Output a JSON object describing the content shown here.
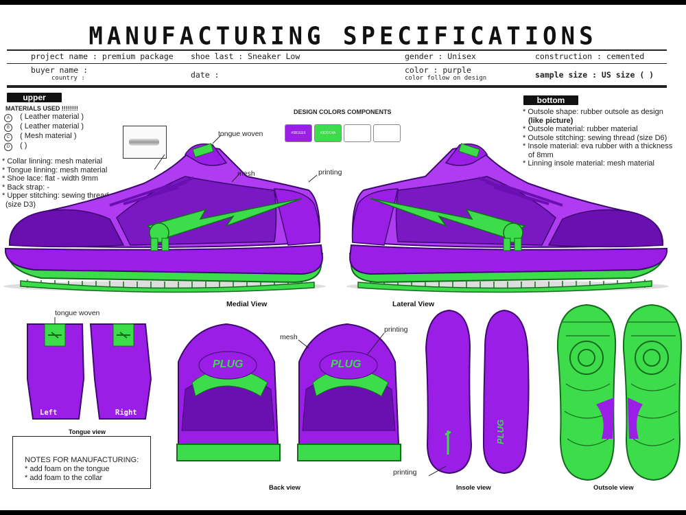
{
  "title": "MANUFACTURING SPECIFICATIONS",
  "header": {
    "project_name": "project name : premium package",
    "shoe_last": "shoe last : Sneaker Low",
    "gender": "gender : Unisex",
    "construction": "construction : cemented",
    "buyer_name": "buyer name :",
    "country": "country :",
    "date": "date :",
    "color": "color : purple",
    "color_note": "color follow on design",
    "sample_size": "sample size : US size (    )"
  },
  "upper": {
    "heading": "upper",
    "materials_heading": "MATERIALS USED !!!!!!!!",
    "materials": [
      {
        "marker": "A",
        "text": "(  Leather material  )"
      },
      {
        "marker": "B",
        "text": "(  Leather material  )"
      },
      {
        "marker": "C",
        "text": "(  Mesh material  )"
      },
      {
        "marker": "D",
        "text": "(                           )"
      }
    ],
    "specs": [
      "* Collar linning: mesh material",
      "* Tongue linning: mesh material",
      "* Shoe lace: flat - width 9mm",
      "* Back strap: -",
      "* Upper stitching: sewing thread",
      "(size D3)"
    ]
  },
  "design_colors": {
    "heading": "DESIGN COLORS COMPONENTS",
    "swatches": [
      {
        "color": "#9b1ee6",
        "code": "#9B1EE6"
      },
      {
        "color": "#3ddc4a",
        "code": "#3DDC4A"
      },
      {
        "color": "#ffffff",
        "code": ""
      },
      {
        "color": "#ffffff",
        "code": ""
      }
    ]
  },
  "bottom": {
    "heading": "bottom",
    "specs": [
      "* Outsole shape: rubber outsole as design",
      "(like picture)",
      "* Outsole material: rubber material",
      "* Outsole stitching: sewing thread (size D6)",
      "* Insole material: eva rubber with a thickness",
      "of 8mm",
      "* Linning insole material: mesh material"
    ]
  },
  "callouts": {
    "tongue_woven": "tongue woven",
    "mesh": "mesh",
    "printing": "printing"
  },
  "views": {
    "medial": "Medial View",
    "lateral": "Lateral View",
    "tongue": "Tongue view",
    "back": "Back view",
    "insole": "Insole view",
    "outsole": "Outsole view",
    "left": "Left",
    "right": "Right",
    "brand": "PLUG"
  },
  "notes": {
    "heading": "NOTES FOR MANUFACTURING:",
    "items": [
      "* add foam on the tongue",
      "* add foam to the collar"
    ]
  },
  "colors": {
    "purple": "#9b1ee6",
    "purple_dark": "#6a0fb0",
    "green": "#3ddc4a"
  }
}
